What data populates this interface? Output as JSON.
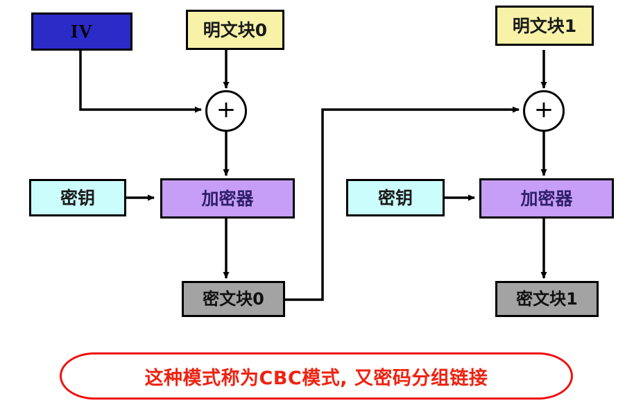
{
  "diagram": {
    "title": "CBC mode block cipher diagram",
    "colors": {
      "iv_fill": "#2b2bc8",
      "plaintext_fill": "#f7f2a8",
      "key_fill": "#ccfdfd",
      "encryptor_fill": "#c79ef5",
      "ciphertext_fill": "#a3a3a3",
      "stroke": "#000000",
      "caption_red": "#ee1111",
      "background": "#ffffff"
    },
    "nodes": {
      "iv": {
        "label": "IV"
      },
      "plaintext0": {
        "label": "明文块0"
      },
      "plaintext1": {
        "label": "明文块1"
      },
      "key0": {
        "label": "密钥"
      },
      "key1": {
        "label": "密钥"
      },
      "encryptor0": {
        "label": "加密器"
      },
      "encryptor1": {
        "label": "加密器"
      },
      "ciphertext0": {
        "label": "密文块0"
      },
      "ciphertext1": {
        "label": "密文块1"
      },
      "xor0": {
        "label": "+"
      },
      "xor1": {
        "label": "+"
      }
    },
    "caption": {
      "text": "这种模式称为CBC模式, 又密码分组链接"
    }
  }
}
